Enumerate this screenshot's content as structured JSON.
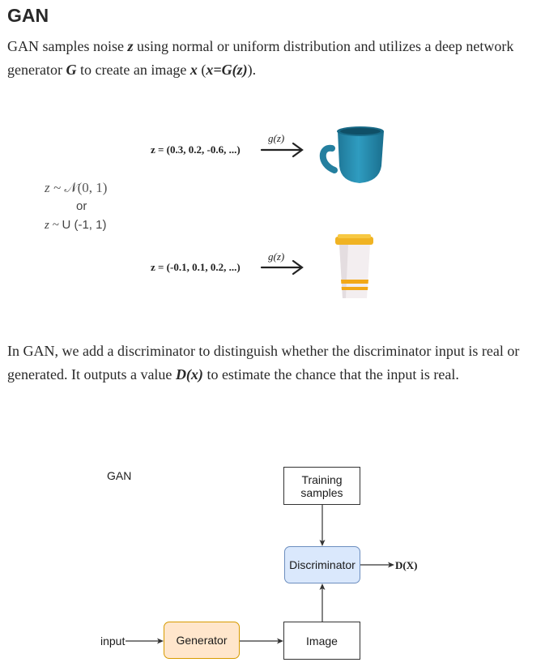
{
  "section_title": "GAN",
  "intro": {
    "p1": "GAN samples noise ",
    "z": "z",
    "p2": " using normal or uniform distribution and utilizes a deep network generator ",
    "G": "G",
    "p3": " to create an image ",
    "x": "x",
    "p4": " (",
    "eq": "x=G(z)",
    "p5": ")."
  },
  "figure1": {
    "dist_normal_var": "z ~",
    "dist_normal": "𝒩(0, 1)",
    "or_text": "or",
    "dist_uniform_var": "z ~",
    "dist_uniform": "U (-1, 1)",
    "sample1": "z = (0.3, 0.2, -0.6, ...)",
    "sample2": "z = (-0.1, 0.1, 0.2, ...)",
    "map_label1": "g(z)",
    "map_label2": "g(z)"
  },
  "discriminator_text": {
    "p1": "In GAN, we add a discriminator to distinguish whether the discriminator input is real or generated. It outputs a value ",
    "dx": "D(x)",
    "p2": " to estimate the chance that the input is real."
  },
  "figure2": {
    "title": "GAN",
    "input_label": "input",
    "generator": "Generator",
    "image": "Image",
    "training_line1": "Training",
    "training_line2": "samples",
    "discriminator": "Discriminator",
    "output": "D(X)"
  },
  "colors": {
    "mug": "#2b8fb0",
    "cup_stripe": "#f2a818",
    "generator_fill": "#ffe6cc",
    "generator_stroke": "#d79b00",
    "discriminator_fill": "#dae8fc",
    "discriminator_stroke": "#6c8ebf"
  }
}
